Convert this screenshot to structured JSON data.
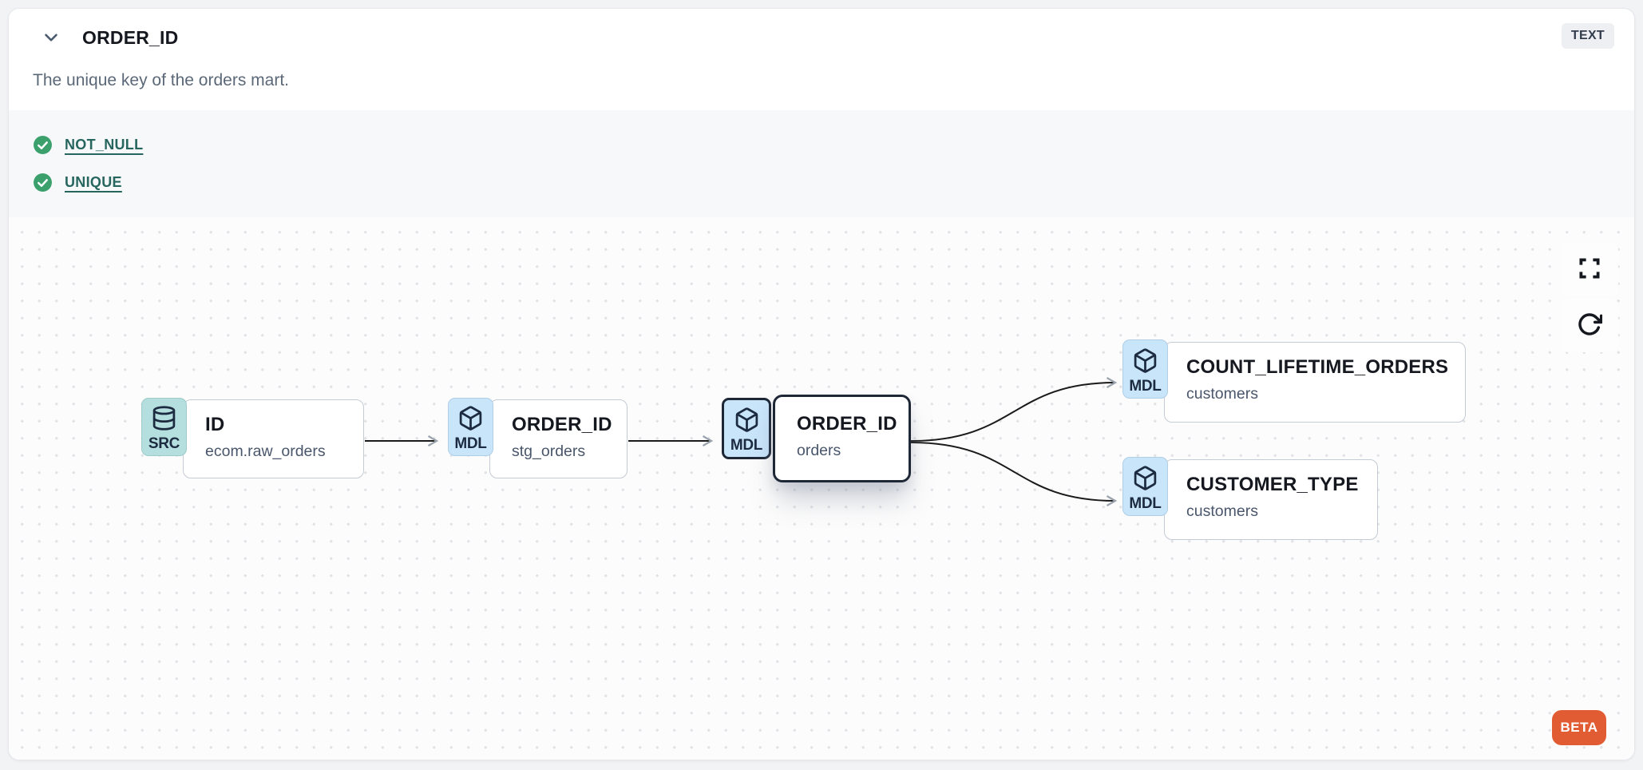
{
  "header": {
    "title": "ORDER_ID",
    "type_badge": "TEXT",
    "description": "The unique key of the orders mart."
  },
  "tests": {
    "items": [
      {
        "label": "NOT_NULL",
        "status": "pass"
      },
      {
        "label": "UNIQUE",
        "status": "pass"
      }
    ]
  },
  "canvas": {
    "nodes": [
      {
        "kind": "SRC",
        "icon": "database-icon",
        "title": "ID",
        "subtitle": "ecom.raw_orders",
        "selected": false
      },
      {
        "kind": "MDL",
        "icon": "cube-icon",
        "title": "ORDER_ID",
        "subtitle": "stg_orders",
        "selected": false
      },
      {
        "kind": "MDL",
        "icon": "cube-icon",
        "title": "ORDER_ID",
        "subtitle": "orders",
        "selected": true
      },
      {
        "kind": "MDL",
        "icon": "cube-icon",
        "title": "COUNT_LIFETIME_ORDERS",
        "subtitle": "customers",
        "selected": false
      },
      {
        "kind": "MDL",
        "icon": "cube-icon",
        "title": "CUSTOMER_TYPE",
        "subtitle": "customers",
        "selected": false
      }
    ],
    "edges": [
      {
        "source": "ID (ecom.raw_orders)",
        "target": "ORDER_ID (stg_orders)"
      },
      {
        "source": "ORDER_ID (stg_orders)",
        "target": "ORDER_ID (orders)"
      },
      {
        "source": "ORDER_ID (orders)",
        "target": "COUNT_LIFETIME_ORDERS (customers)"
      },
      {
        "source": "ORDER_ID (orders)",
        "target": "CUSTOMER_TYPE (customers)"
      }
    ],
    "beta_label": "BETA"
  },
  "colors": {
    "src_chip": "#b5dfdf",
    "mdl_chip": "#c9e5fa",
    "selected_border": "#1d2736",
    "beta_orange": "#e25c33",
    "test_link_teal": "#26665f",
    "check_green": "#3ca06d"
  }
}
